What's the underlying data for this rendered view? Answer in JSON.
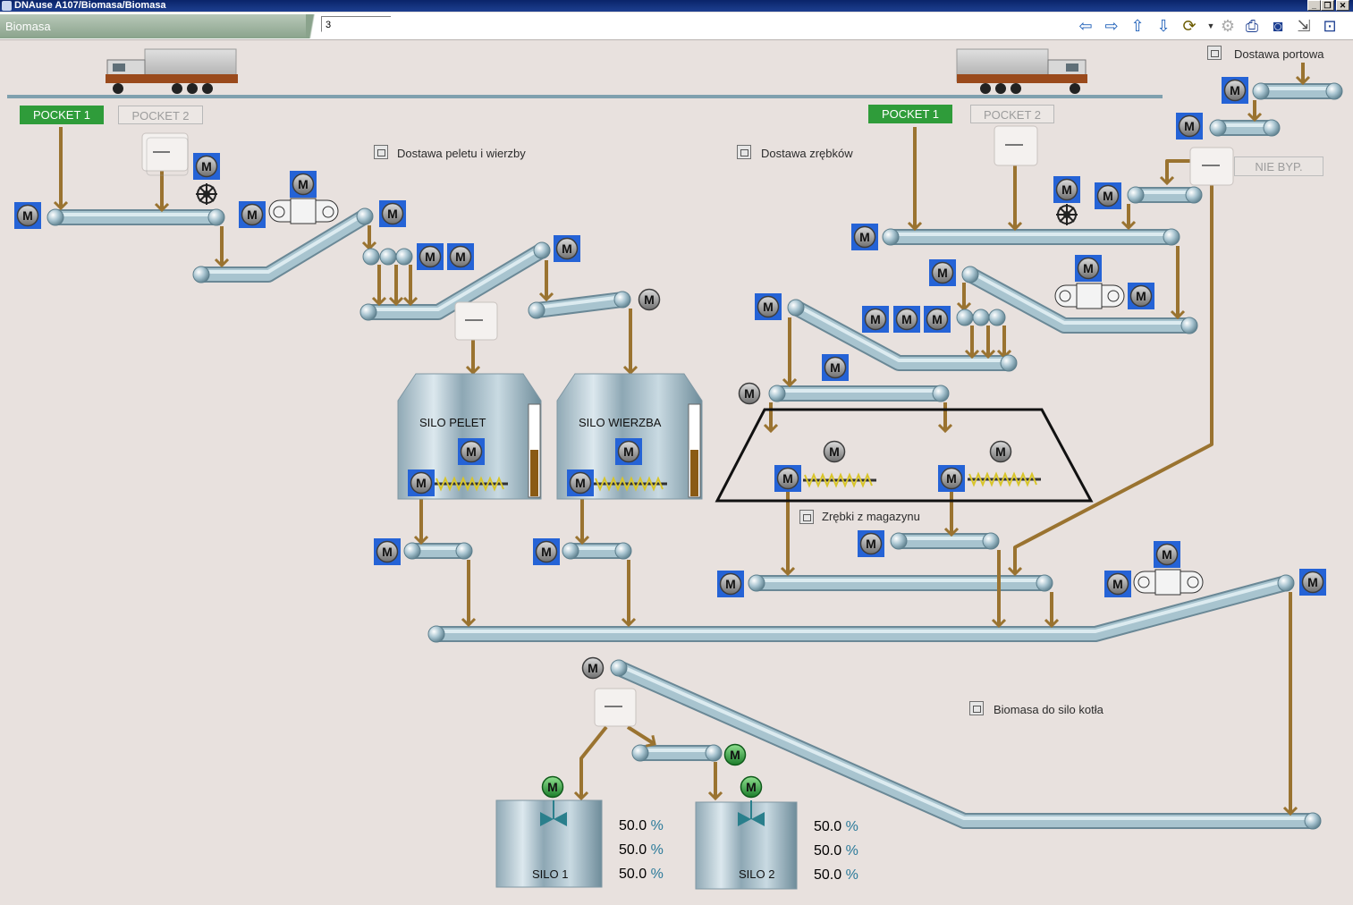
{
  "window": {
    "title": "DNAuse A107/Biomasa/Biomasa",
    "controls": [
      "_",
      "❐",
      "✕"
    ]
  },
  "tab": {
    "title": "Biomasa"
  },
  "address": {
    "value": "3"
  },
  "toolbar": {
    "icons": [
      "arrow-left-icon",
      "arrow-right-icon",
      "arrow-up-icon",
      "arrow-down-icon",
      "history-icon",
      "settings-icon",
      "print-icon",
      "camera-icon",
      "export-icon",
      "zoom-icon"
    ]
  },
  "sections": {
    "pellet_delivery": "Dostawa peletu i wierzby",
    "chips_delivery": "Dostawa zrębków",
    "port_delivery": "Dostawa portowa",
    "chips_from_storage": "Zrębki z magazynu",
    "biomass_to_boiler": "Biomasa do silo kotła"
  },
  "pockets": {
    "left_1": "POCKET 1",
    "left_2": "POCKET 2",
    "right_1": "POCKET 1",
    "right_2": "POCKET 2"
  },
  "bypass": {
    "label": "NIE BYP."
  },
  "silos": {
    "pelet": "SILO PELET",
    "wierzba": "SILO WIERZBA",
    "silo1": "SILO 1",
    "silo2": "SILO 2"
  },
  "motor_label": "M",
  "levels": {
    "silo1": [
      "50.0",
      "50.0",
      "50.0"
    ],
    "silo2": [
      "50.0",
      "50.0",
      "50.0"
    ],
    "unit": "%"
  },
  "colors": {
    "pocket_active": "#2f9c3a",
    "motor_running": "#2f9c3a",
    "motor_stopped": "#8a8a8a",
    "motor_frame": "#2563d6",
    "material_flow": "#9a7330",
    "conveyor": "#8fb0be"
  }
}
